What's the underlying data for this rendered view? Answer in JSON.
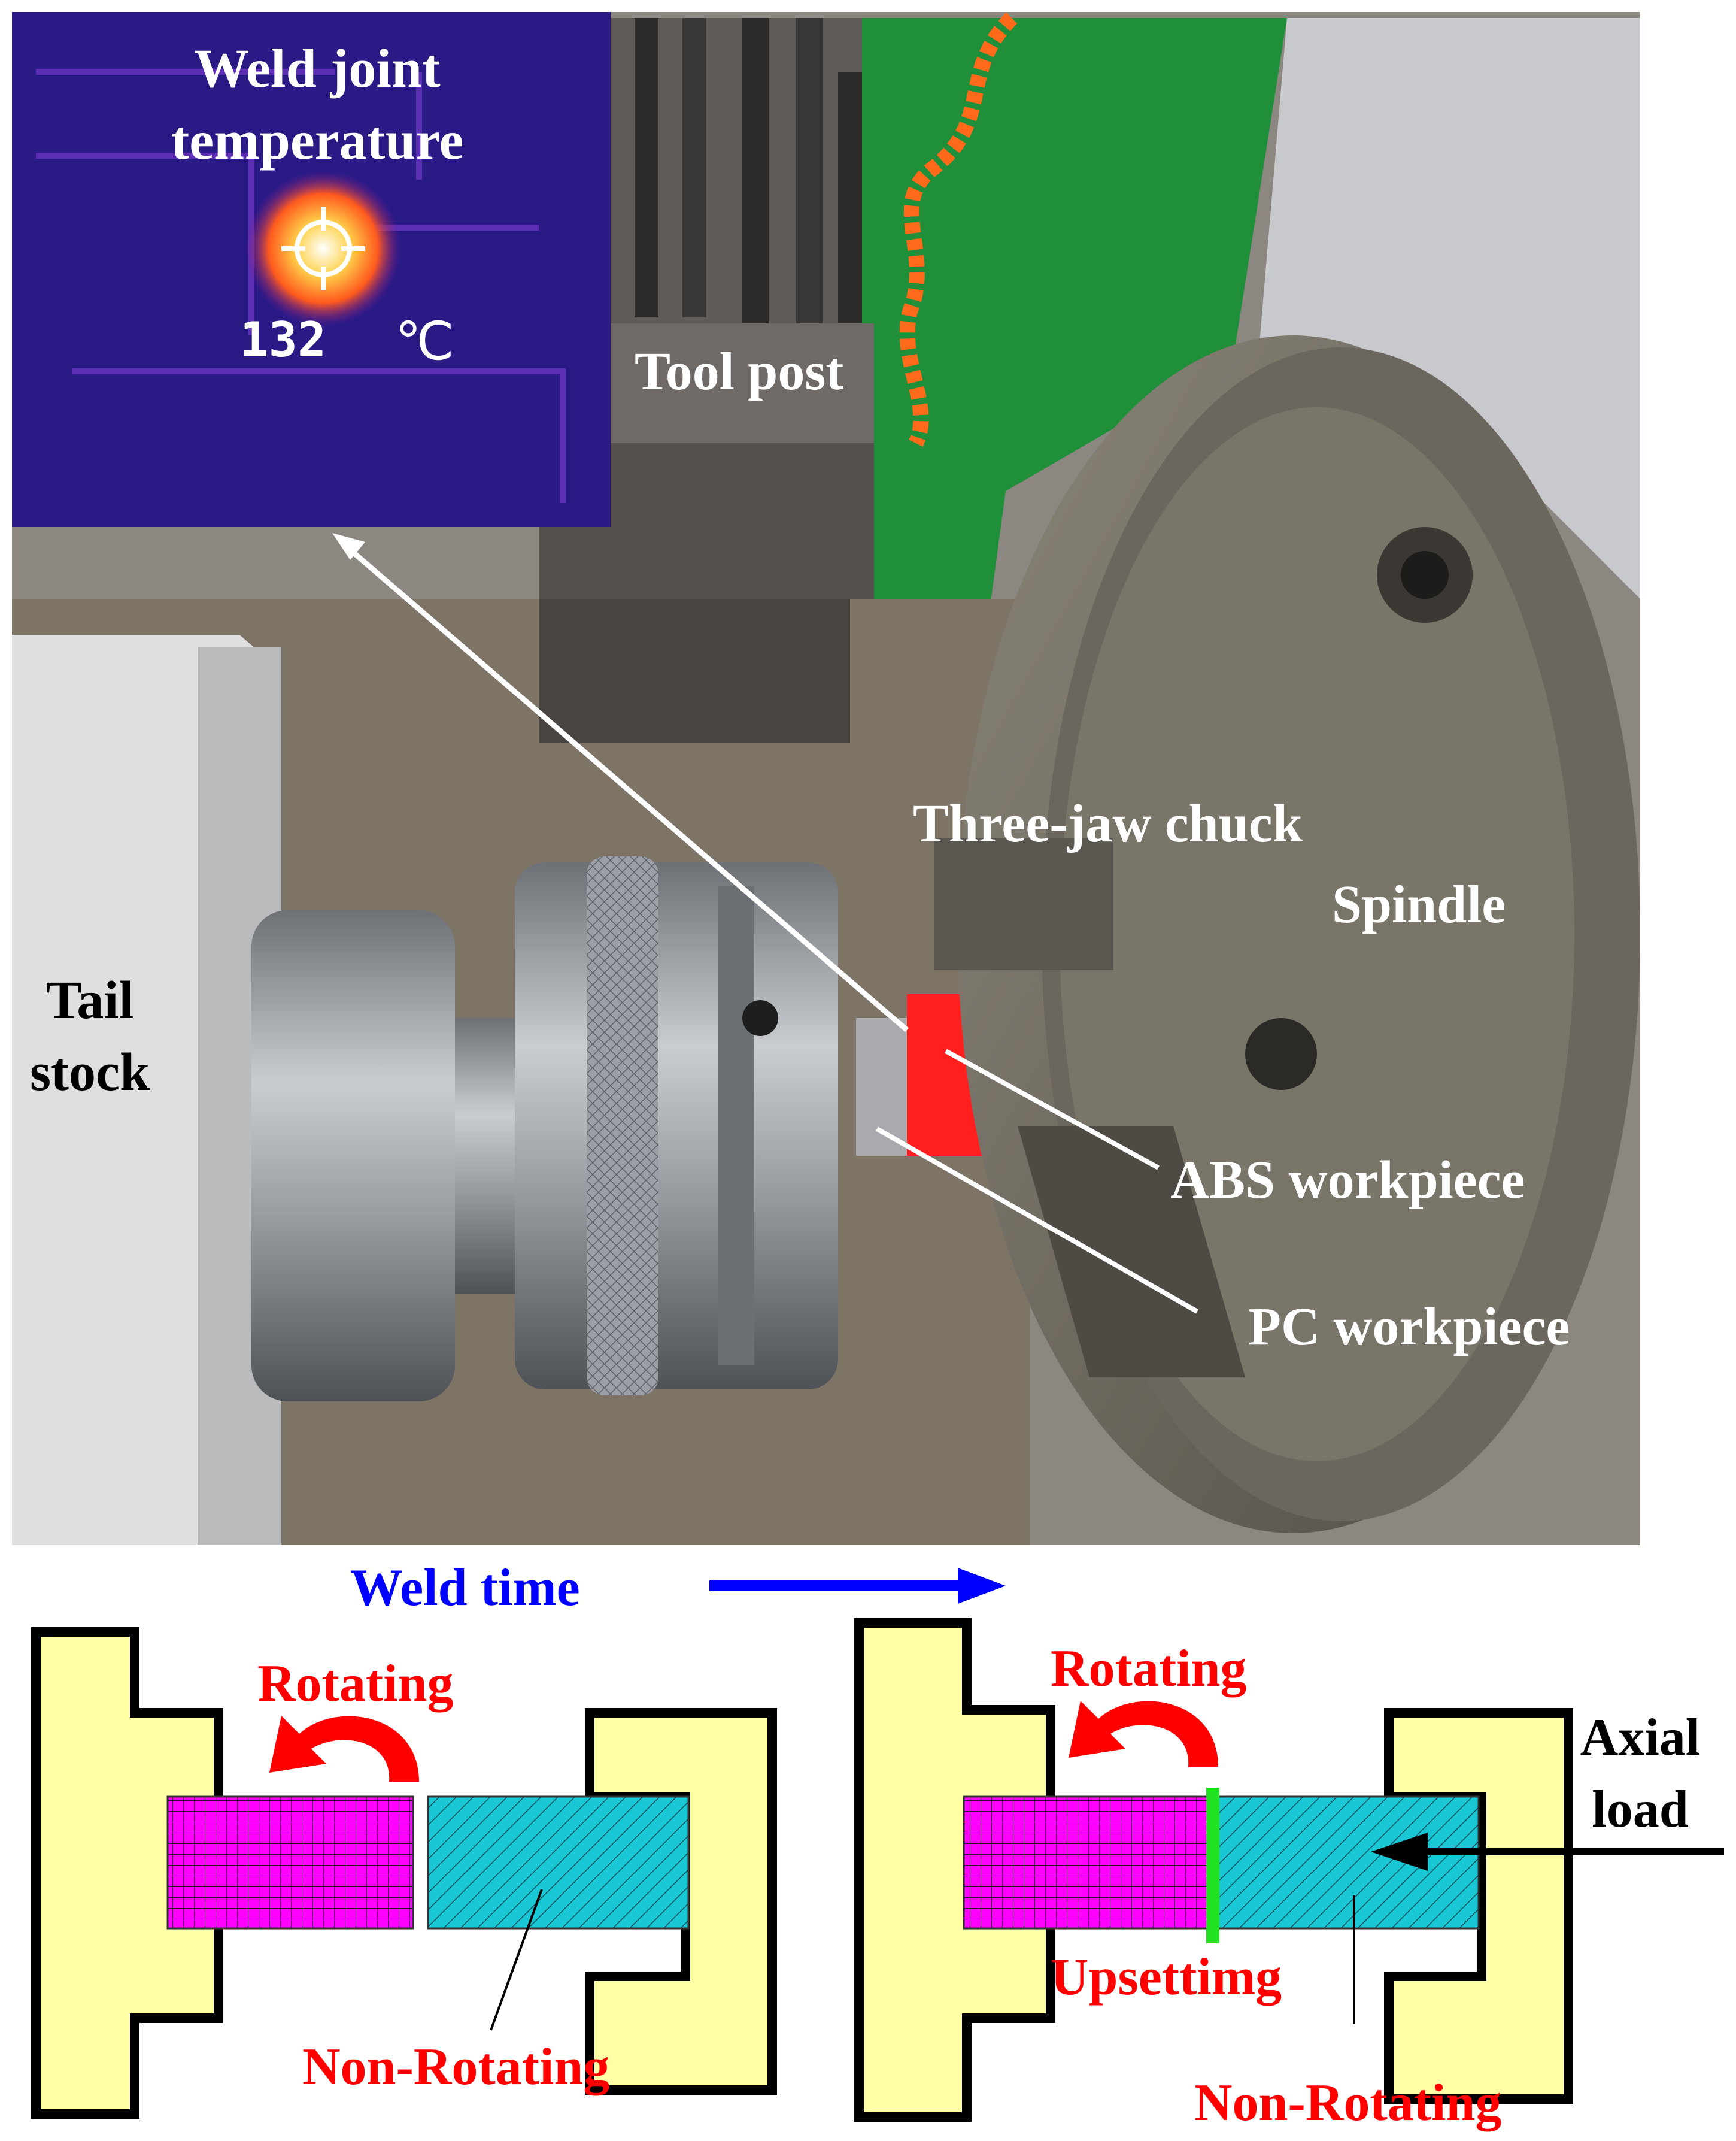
{
  "photo": {
    "thermal_inset": {
      "title_line1": "Weld joint",
      "title_line2": "temperature",
      "reading_value": "132",
      "reading_unit": "℃"
    },
    "labels": {
      "tool_post": "Tool post",
      "three_jaw_chuck": "Three-jaw chuck",
      "spindle": "Spindle",
      "tail_line1": "Tail",
      "tail_line2": "stock",
      "abs_workpiece": "ABS workpiece",
      "pc_workpiece": "PC workpiece"
    }
  },
  "schematic": {
    "weld_time": "Weld time",
    "left": {
      "rotating": "Rotating",
      "non_rotating": "Non-Rotating"
    },
    "right": {
      "rotating": "Rotating",
      "upsetting": "Upsettimg",
      "non_rotating": "Non-Rotating",
      "axial_line1": "Axial",
      "axial_line2": "load"
    }
  },
  "colors": {
    "label_white": "#ffffff",
    "label_black": "#000000",
    "label_red": "#ff0000",
    "label_blue": "#0000ff",
    "fixture_yellow": "#ffffa6",
    "abs_magenta": "#ff00ff",
    "pc_cyan": "#19c8d4",
    "weld_line_green": "#22e022",
    "thermal_bg": "#2a1a86"
  }
}
